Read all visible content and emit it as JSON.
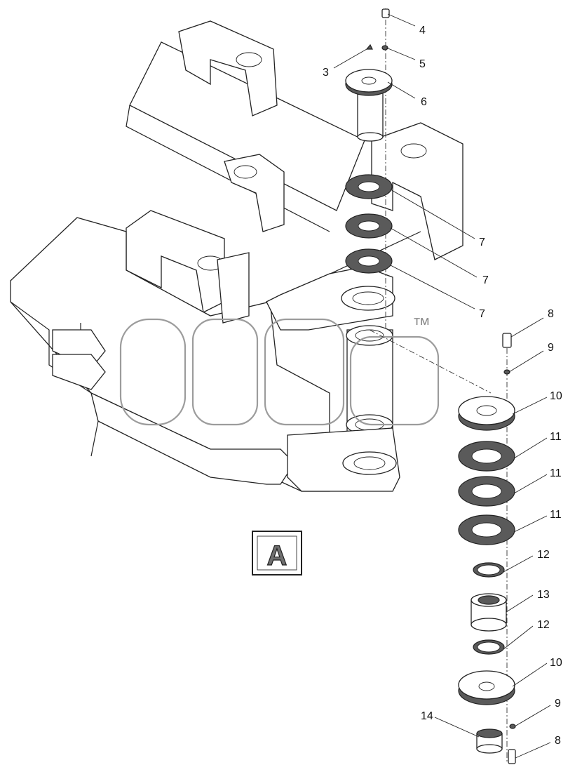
{
  "diagram": {
    "view_badge": "A",
    "watermark_mark": "™",
    "callouts": [
      {
        "id": "c3",
        "text": "3"
      },
      {
        "id": "c4",
        "text": "4"
      },
      {
        "id": "c5",
        "text": "5"
      },
      {
        "id": "c6",
        "text": "6"
      },
      {
        "id": "c7a",
        "text": "7"
      },
      {
        "id": "c7b",
        "text": "7"
      },
      {
        "id": "c7c",
        "text": "7"
      },
      {
        "id": "c8a",
        "text": "8"
      },
      {
        "id": "c9a",
        "text": "9"
      },
      {
        "id": "c10a",
        "text": "10"
      },
      {
        "id": "c11a",
        "text": "11"
      },
      {
        "id": "c11b",
        "text": "11"
      },
      {
        "id": "c11c",
        "text": "11"
      },
      {
        "id": "c12a",
        "text": "12"
      },
      {
        "id": "c13",
        "text": "13"
      },
      {
        "id": "c12b",
        "text": "12"
      },
      {
        "id": "c10b",
        "text": "10"
      },
      {
        "id": "c9b",
        "text": "9"
      },
      {
        "id": "c14",
        "text": "14"
      },
      {
        "id": "c8b",
        "text": "8"
      }
    ]
  }
}
